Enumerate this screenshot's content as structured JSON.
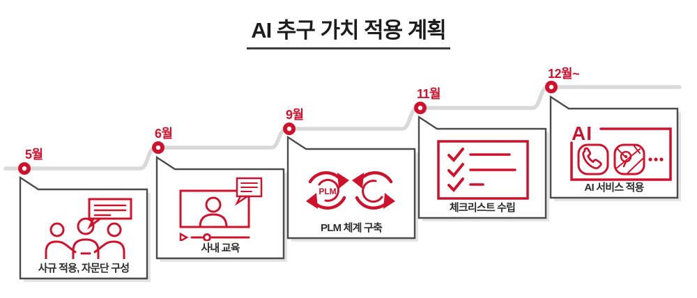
{
  "title": "AI 추구 가치 적용 계획",
  "colors": {
    "accent_red": "#d0112b",
    "box_border": "#4a4a4b",
    "timeline_gray": "#d9d9d9",
    "shadow_gray": "#e4e4e4",
    "title_black": "#1c1c1c"
  },
  "timeline": {
    "milestones": [
      {
        "month": "5월",
        "label": "사규 적용, 자문단 구성",
        "icon": "meeting-discussion-icon"
      },
      {
        "month": "6월",
        "label": "사내 교육",
        "icon": "video-training-icon"
      },
      {
        "month": "9월",
        "label": "PLM 체계 구축",
        "icon": "plm-cycle-icon",
        "icon_text": "PLM"
      },
      {
        "month": "11월",
        "label": "체크리스트 수립",
        "icon": "checklist-icon"
      },
      {
        "month": "12월~",
        "label": "AI 서비스 적용",
        "icon": "ai-apps-icon",
        "icon_text": "AI"
      }
    ]
  }
}
